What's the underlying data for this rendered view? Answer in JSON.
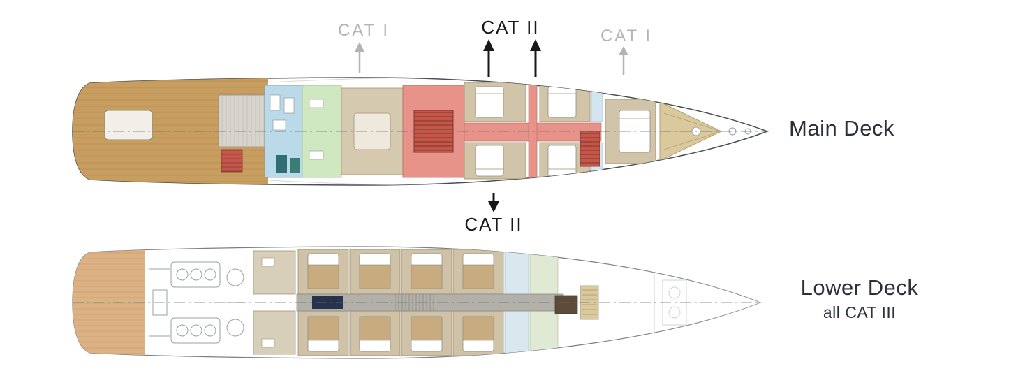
{
  "annotations": {
    "cat1_left": "CAT I",
    "cat2_top": "CAT II",
    "cat1_right": "CAT I",
    "cat2_bottom": "CAT II"
  },
  "decks": {
    "main": {
      "label": "Main Deck"
    },
    "lower": {
      "label": "Lower Deck",
      "sublabel": "all CAT III"
    }
  },
  "colors": {
    "cat1_gray": "#b2b4b6",
    "cat2_black": "#17181a",
    "deck_label_text": "#2a313b",
    "teak_deck": "#c79e5f",
    "corridor_red": "#e8938a",
    "stair_red": "#c4574a",
    "room_blue": "#badae9",
    "room_green": "#cfe8c2",
    "room_beige": "#d5c9b0",
    "hull_outline": "#4a4f55"
  }
}
